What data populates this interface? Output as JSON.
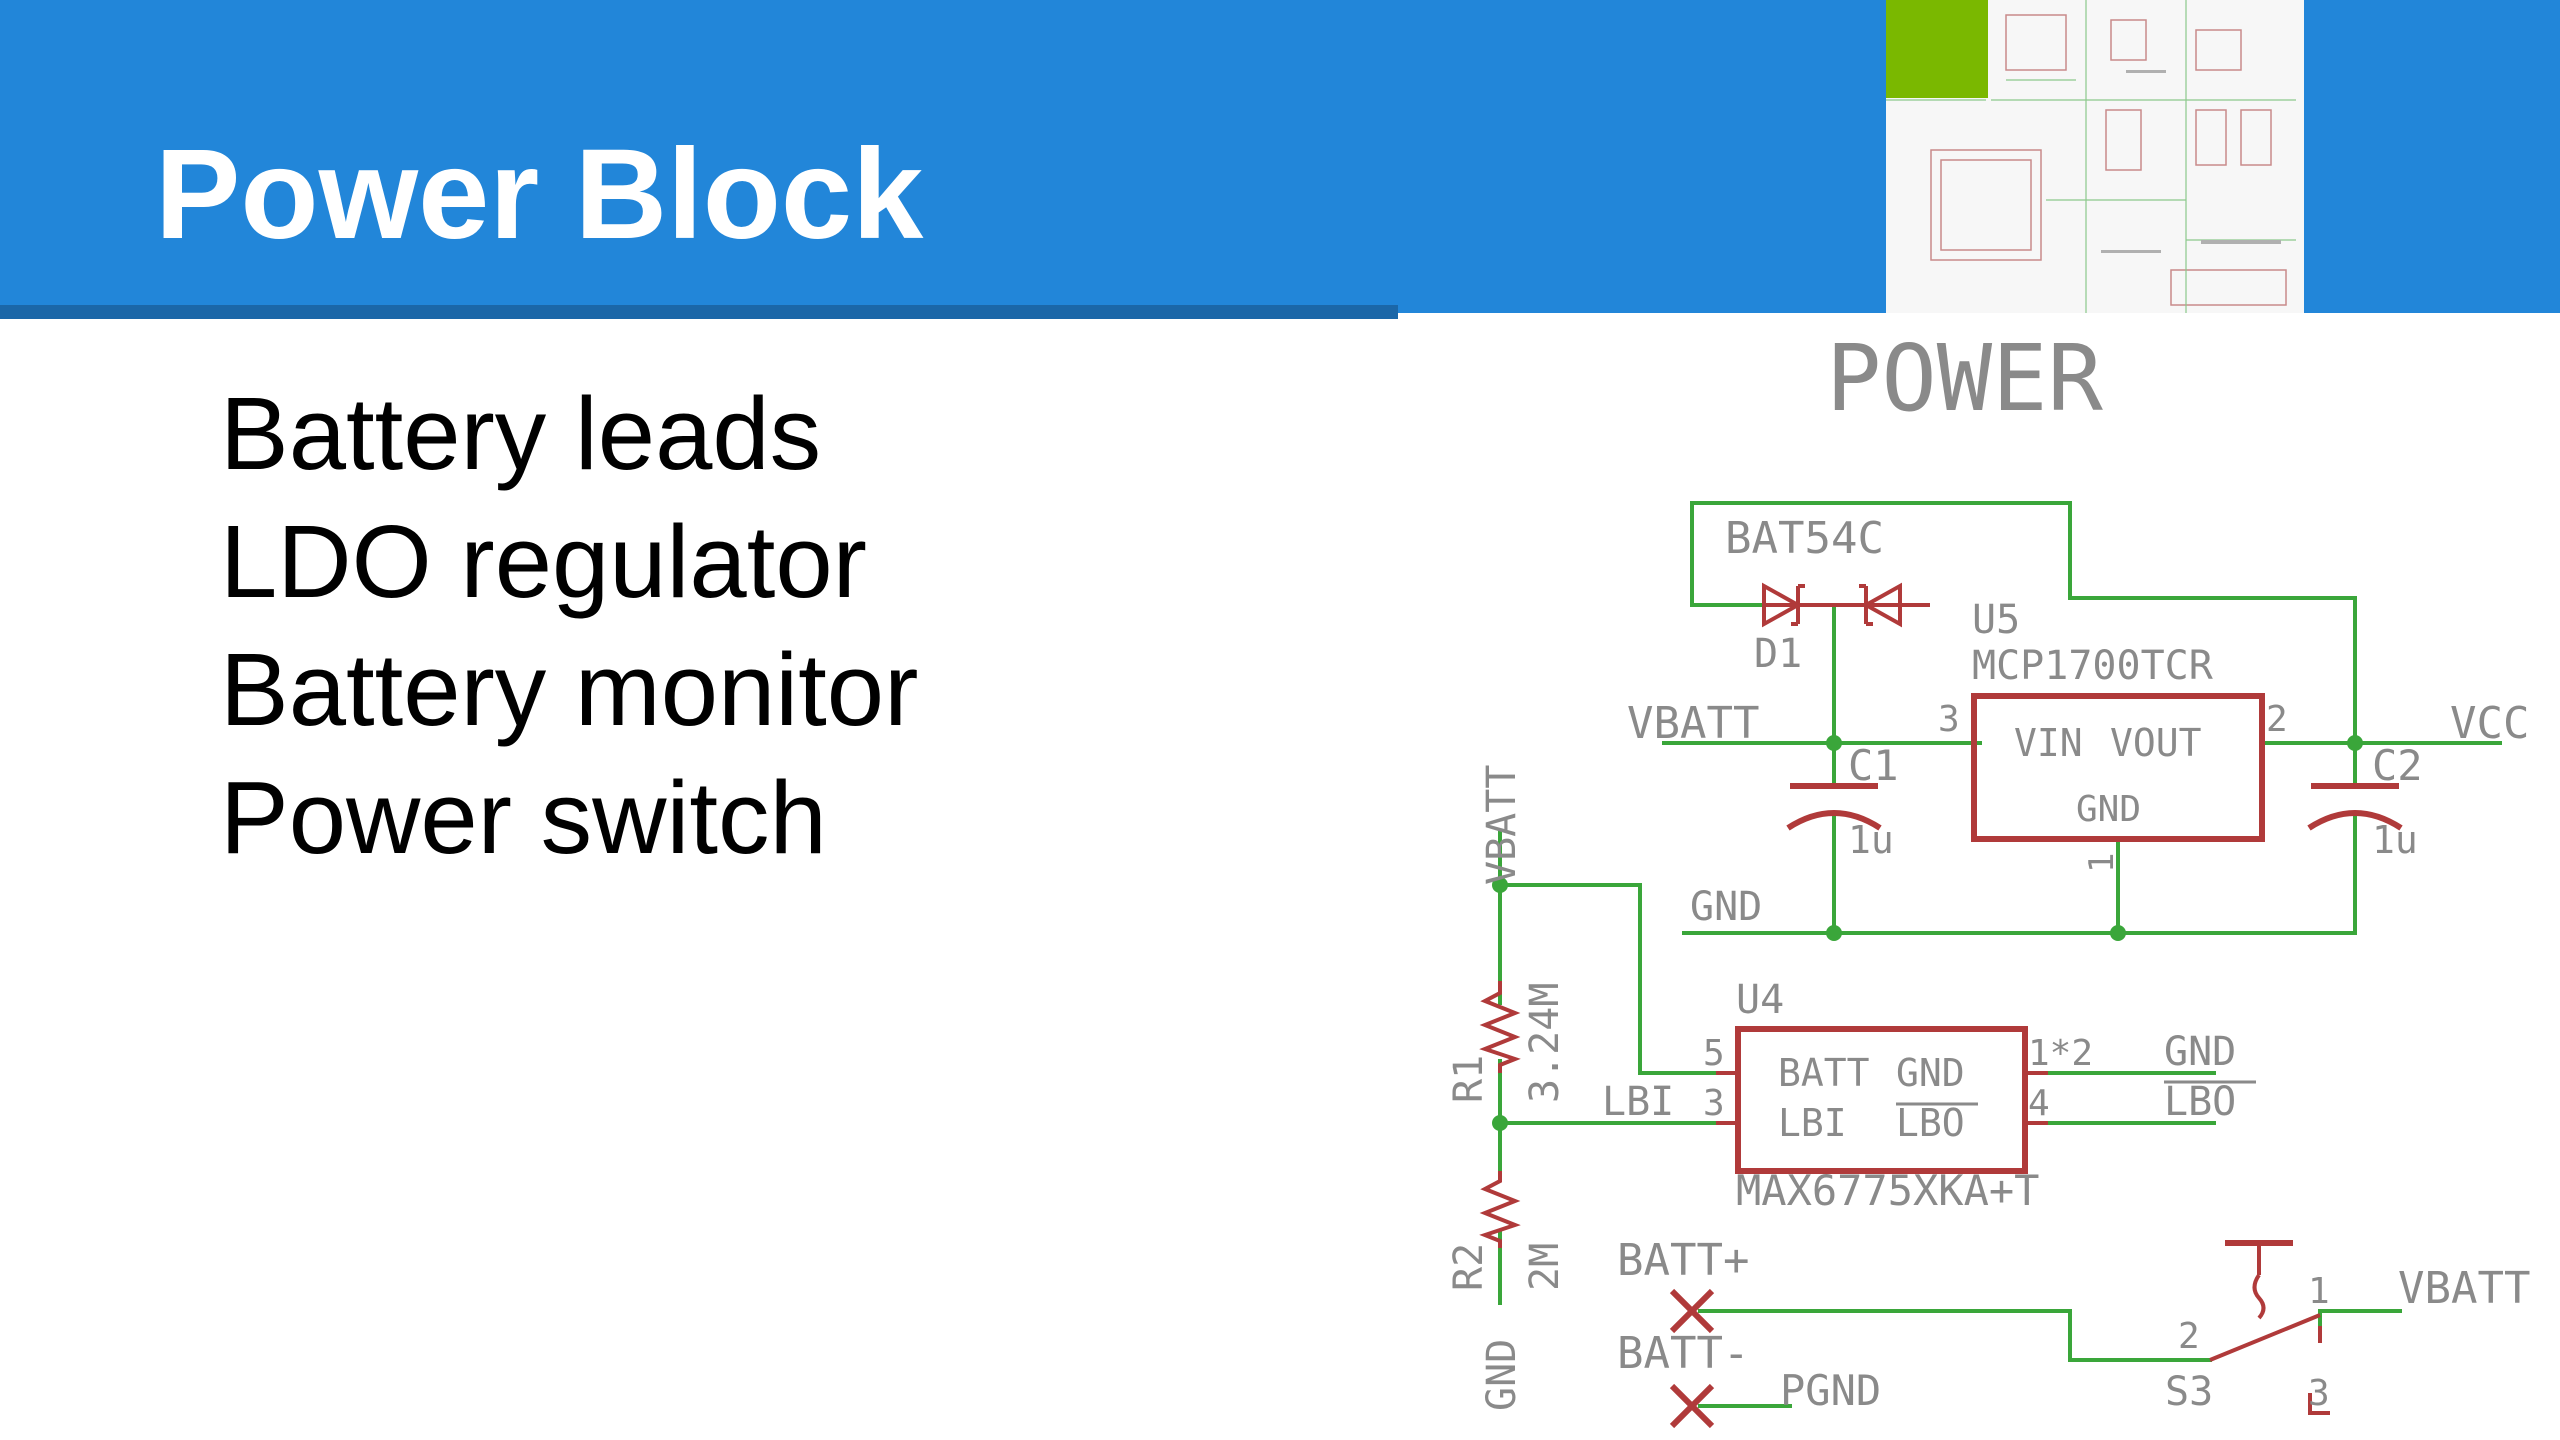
{
  "slide": {
    "title": "Power Block",
    "bullets": [
      "Battery leads",
      "LDO regulator",
      "Battery monitor",
      "Power switch"
    ]
  },
  "schematic": {
    "heading": "POWER",
    "d1": {
      "part": "BAT54C",
      "ref": "D1"
    },
    "u5": {
      "ref": "U5",
      "part": "MCP1700TCR",
      "vin": "VIN",
      "vout": "VOUT",
      "gnd": "GND",
      "pin_vin": "3",
      "pin_vout": "2",
      "pin_gnd": "1"
    },
    "c1": {
      "ref": "C1",
      "value": "1u"
    },
    "c2": {
      "ref": "C2",
      "value": "1u"
    },
    "nets": {
      "vbatt": "VBATT",
      "vcc": "VCC",
      "gnd": "GND",
      "lbi": "LBI",
      "lbo": "LBO",
      "pgnd": "PGND"
    },
    "u4": {
      "ref": "U4",
      "part": "MAX6775XKA+T",
      "batt": "BATT",
      "gnd": "GND",
      "lbi": "LBI",
      "lbo": "LBO",
      "pin_batt": "5",
      "pin_gnd": "1*2",
      "pin_lbi": "3",
      "pin_lbo": "4"
    },
    "r1": {
      "ref": "R1",
      "value": "3.24M"
    },
    "r2": {
      "ref": "R2",
      "value": "2M"
    },
    "batt_plus": "BATT+",
    "batt_minus": "BATT-",
    "s3": {
      "ref": "S3",
      "pin1": "1",
      "pin2": "2",
      "pin3": "3"
    }
  },
  "colors": {
    "header": "#2286d9",
    "header_rule": "#1b67a8",
    "wire": "#3aa63a",
    "part": "#b03a3a",
    "label": "#8a8a8a",
    "accent": "#7ab800"
  }
}
